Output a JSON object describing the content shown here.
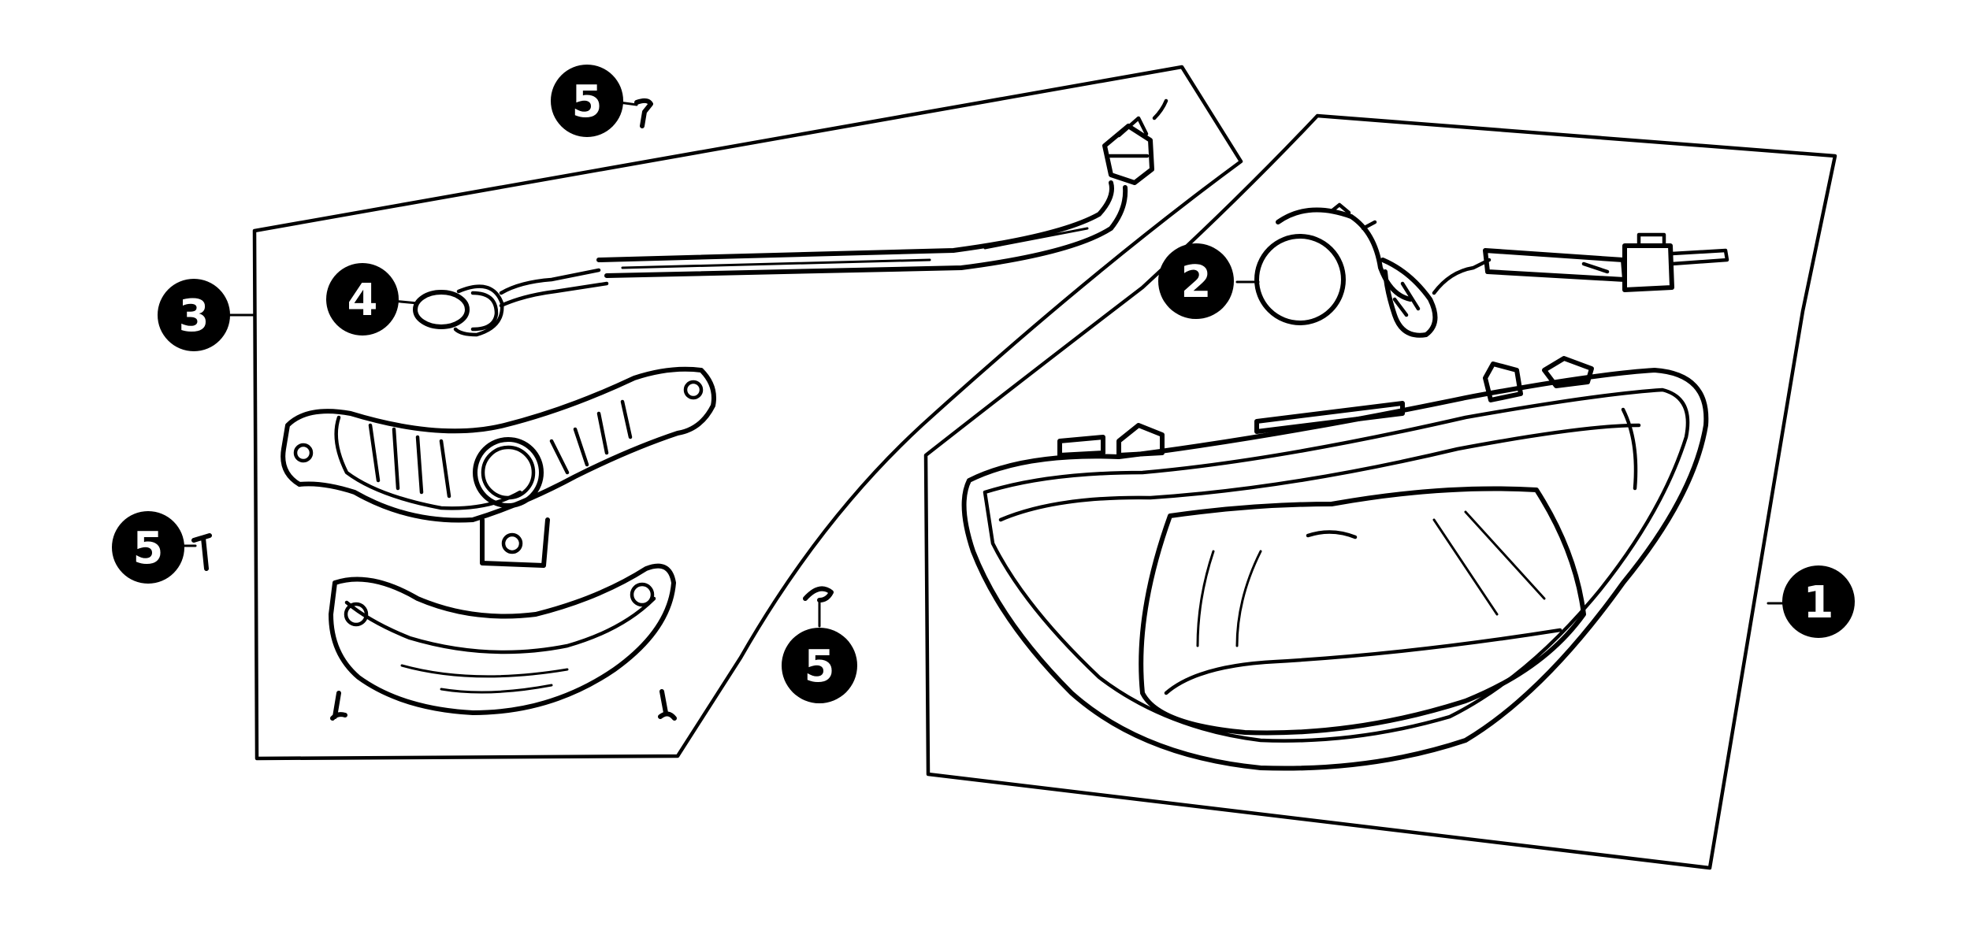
{
  "diagram": {
    "background": "#ffffff",
    "ink": "#000000",
    "callouts": [
      {
        "id": "callout-1",
        "label": "1",
        "part": "headlight-assembly"
      },
      {
        "id": "callout-2",
        "label": "2",
        "part": "headlight-bulb-socket"
      },
      {
        "id": "callout-3",
        "label": "3",
        "part": "position-light-assembly"
      },
      {
        "id": "callout-4",
        "label": "4",
        "part": "position-bulb-socket"
      },
      {
        "id": "callout-5-top",
        "label": "5",
        "part": "screw"
      },
      {
        "id": "callout-5-left",
        "label": "5",
        "part": "screw"
      },
      {
        "id": "callout-5-center",
        "label": "5",
        "part": "screw"
      }
    ]
  }
}
